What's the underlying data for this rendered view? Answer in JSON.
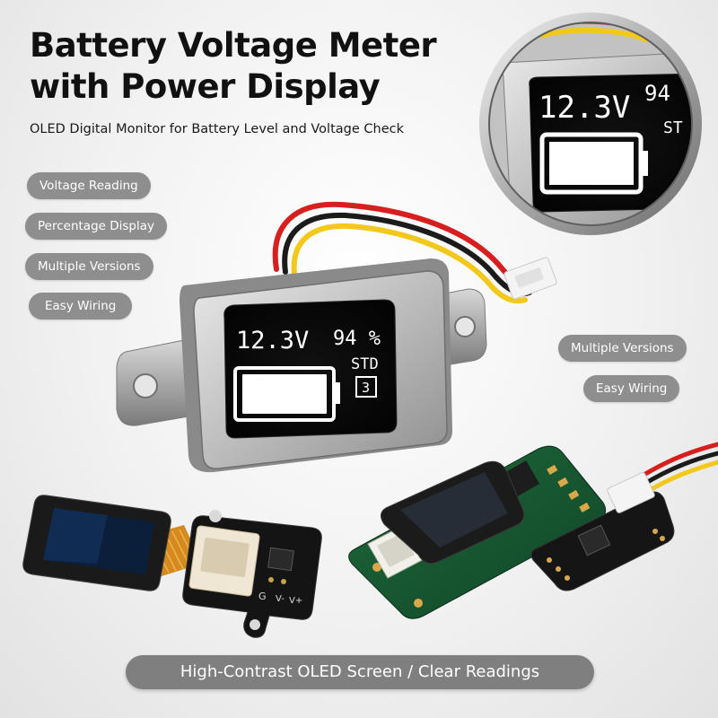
{
  "title_line1": "Battery Voltage Meter",
  "title_line2": "with Power Display",
  "subtitle": "OLED Digital Monitor for Battery Level and Voltage Check",
  "left_features": [
    "Voltage Reading",
    "Percentage Display",
    "Multiple Versions",
    "Easy Wiring"
  ],
  "right_features": [
    "Multiple Versions",
    "Easy Wiring"
  ],
  "meter_display": {
    "voltage": "12.3V",
    "percent": "94 %",
    "mode": "STD",
    "mode_number": "3"
  },
  "zoom_display": {
    "voltage": "12.3V",
    "percent": "94",
    "mode": "ST"
  },
  "board_labels": [
    "G",
    "V-",
    "V+"
  ],
  "banner": "High-Contrast OLED Screen / Clear Readings",
  "colors": {
    "pill_bg": "#8e8e8e",
    "banner_bg": "#7f7f7f",
    "title": "#111111",
    "oled_bg": "#050505",
    "oled_fg": "#ffffff"
  }
}
